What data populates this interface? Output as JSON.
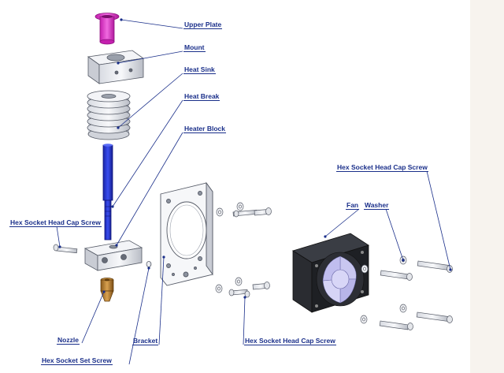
{
  "labels": {
    "upper_plate": "Upper Plate",
    "mount": "Mount",
    "heat_sink": "Heat Sink",
    "heat_break": "Heat Break",
    "heater_block": "Heater Block",
    "hex_screw_left": "Hex Socket Head Cap Screw",
    "hex_screw_right": "Hex Socket Head Cap Screw",
    "hex_screw_bottom": "Hex Socket Head Cap Screw",
    "fan": "Fan",
    "washer": "Washer",
    "nozzle": "Nozzle",
    "set_screw": "Hex Socket Set Screw",
    "bracket": "Bracket"
  },
  "colors": {
    "label_text": "#1a2f8a",
    "leader_line": "#1a2f8a",
    "upper_plate": "#e040c8",
    "heat_break": "#2233cc",
    "nozzle": "#b07a2c",
    "metal_light": "#eceef2",
    "metal_mid": "#c9ccd4",
    "outline": "#555a66",
    "fan_body": "#222428",
    "fan_blade": "#c9c7f0"
  }
}
